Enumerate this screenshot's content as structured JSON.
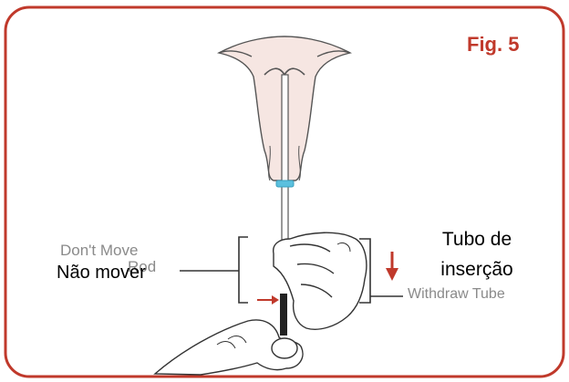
{
  "figure": {
    "title": "Fig. 5",
    "original_labels": {
      "dont_move_rod_line1": "Don't Move",
      "dont_move_rod_line2": "Rod",
      "withdraw_tube": "Withdraw Tube"
    },
    "overlay_labels": {
      "nao_mover": "Não mover",
      "tubo_de_insercao_line1": "Tubo de",
      "tubo_de_insercao_line2": "inserção"
    },
    "colors": {
      "border": "#c0392b",
      "arrow": "#c0392b",
      "tissue_fill": "#f6e6e2",
      "line": "#555555",
      "flange": "#5bc0de"
    }
  }
}
